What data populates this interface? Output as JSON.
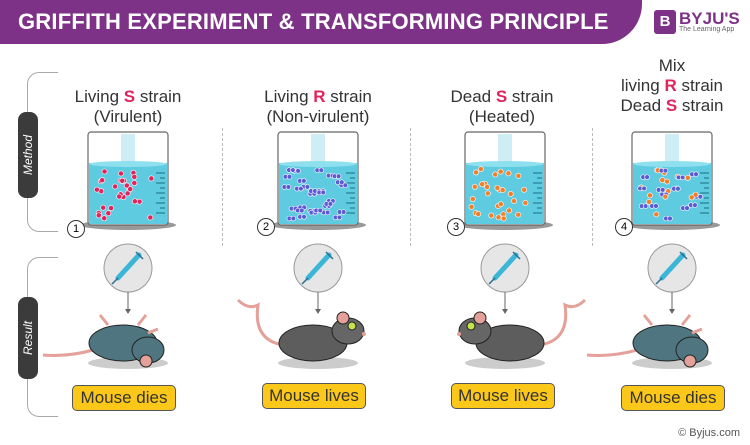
{
  "header": {
    "title": "GRIFFITH EXPERIMENT & TRANSFORMING PRINCIPLE",
    "logo_text": "BYJU'S",
    "logo_sub": "The Learning App",
    "logo_mark": "B"
  },
  "side_labels": {
    "method": "Method",
    "result": "Result"
  },
  "columns": [
    {
      "number": "1",
      "title_pre": "Living ",
      "title_letter": "S",
      "title_post": " strain",
      "subtitle": "(Virulent)",
      "particles": "S",
      "mouse": "dead",
      "result": "Mouse dies"
    },
    {
      "number": "2",
      "title_pre": "Living ",
      "title_letter": "R",
      "title_post": " strain",
      "subtitle": "(Non-virulent)",
      "particles": "R",
      "mouse": "alive",
      "result": "Mouse lives"
    },
    {
      "number": "3",
      "title_pre": "Dead ",
      "title_letter": "S",
      "title_post": " strain",
      "subtitle": "(Heated)",
      "particles": "dS",
      "mouse": "alive",
      "result": "Mouse lives"
    },
    {
      "number": "4",
      "mix": "Mix",
      "line2_pre": "living ",
      "line2_letter": "R",
      "line2_post": " strain",
      "line3_pre": "Dead ",
      "line3_letter": "S",
      "line3_post": " strain",
      "particles": "mix",
      "mouse": "dead",
      "result": "Mouse dies"
    }
  ],
  "colors": {
    "brand": "#7e3287",
    "s_strain": "#e0245e",
    "r_strain": "#5b5bd6",
    "dead_s": "#f0802c",
    "liquid": "#5fcbe0",
    "badge": "#fbc81a"
  },
  "footer": "© Byjus.com"
}
